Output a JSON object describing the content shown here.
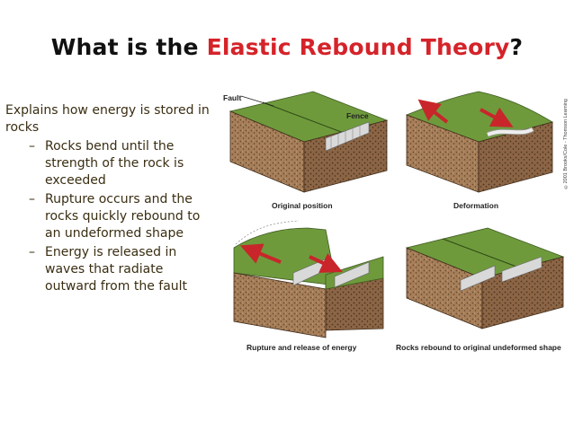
{
  "title": {
    "part1": "What is the ",
    "highlight": "Elastic Rebound Theory",
    "part2": "?"
  },
  "bullets": {
    "lead": "Explains how energy is stored in rocks",
    "items": [
      "Rocks bend until the strength of the rock is exceeded",
      "Rupture occurs and the rocks quickly rebound to an undeformed shape",
      "Energy is released in waves that radiate outward from the fault"
    ],
    "dash": "–"
  },
  "figure": {
    "fault_label": "Fault",
    "fence_label": "Fence",
    "panels": [
      "Original position",
      "Deformation",
      "Rupture and release of energy",
      "Rocks rebound to original undeformed shape"
    ],
    "credit": "©2001 Brooks/Cole - Thomson Learning"
  },
  "colors": {
    "title_highlight": "#d5232a",
    "grass": "#6e9a3c",
    "soil": "#a67f5a",
    "arrow": "#c8262b"
  }
}
